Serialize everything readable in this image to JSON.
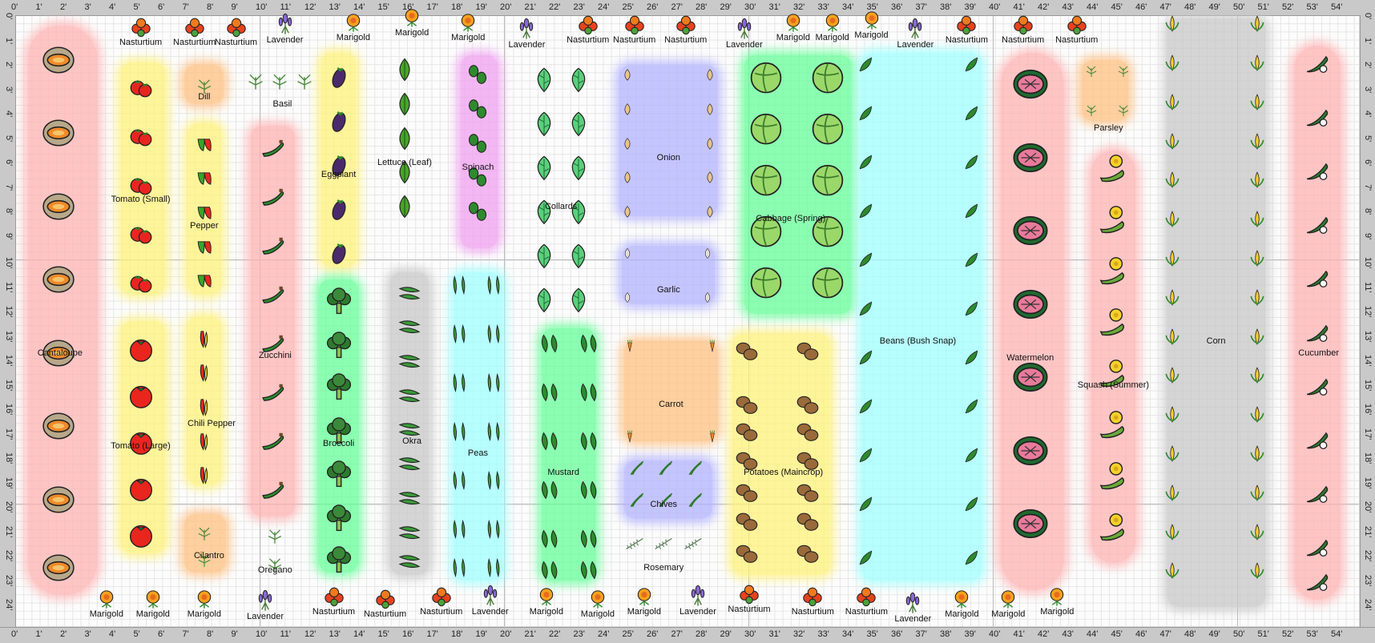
{
  "rulers": {
    "horizontal": [
      "0'",
      "1'",
      "2'",
      "3'",
      "4'",
      "5'",
      "6'",
      "7'",
      "8'",
      "9'",
      "10'",
      "11'",
      "12'",
      "13'",
      "14'",
      "15'",
      "16'",
      "17'",
      "18'",
      "19'",
      "20'",
      "21'",
      "22'",
      "23'",
      "24'",
      "25'",
      "26'",
      "27'",
      "28'",
      "29'",
      "30'",
      "31'",
      "32'",
      "33'",
      "34'",
      "35'",
      "36'",
      "37'",
      "38'",
      "39'",
      "40'",
      "41'",
      "42'",
      "43'",
      "44'",
      "45'",
      "46'",
      "47'",
      "48'",
      "49'",
      "50'",
      "51'",
      "52'",
      "53'",
      "54'"
    ],
    "vertical": [
      "0'",
      "1'",
      "2'",
      "3'",
      "4'",
      "5'",
      "6'",
      "7'",
      "8'",
      "9'",
      "10'",
      "11'",
      "12'",
      "13'",
      "14'",
      "15'",
      "16'",
      "17'",
      "18'",
      "19'",
      "20'",
      "21'",
      "22'",
      "23'",
      "24'"
    ]
  },
  "plants": [
    {
      "name": "Cantaloupe",
      "icon": "cantaloupe-icon",
      "bed_color": "#ffb3b3"
    },
    {
      "name": "Tomato (Small)",
      "icon": "tomato-small-icon",
      "bed_color": "#fff27a"
    },
    {
      "name": "Tomato (Large)",
      "icon": "tomato-large-icon",
      "bed_color": "#fff27a"
    },
    {
      "name": "Dill",
      "icon": "dill-icon",
      "bed_color": "#ffc080"
    },
    {
      "name": "Pepper",
      "icon": "pepper-icon",
      "bed_color": "#fff27a"
    },
    {
      "name": "Chili Pepper",
      "icon": "chili-pepper-icon",
      "bed_color": "#fff27a"
    },
    {
      "name": "Cilantro",
      "icon": "cilantro-icon",
      "bed_color": "#ffc080"
    },
    {
      "name": "Basil",
      "icon": "basil-icon",
      "bed_color": ""
    },
    {
      "name": "Zucchini",
      "icon": "zucchini-icon",
      "bed_color": "#ffb3b3"
    },
    {
      "name": "Oregano",
      "icon": "oregano-icon",
      "bed_color": ""
    },
    {
      "name": "Eggplant",
      "icon": "eggplant-icon",
      "bed_color": "#fff27a"
    },
    {
      "name": "Broccoli",
      "icon": "broccoli-icon",
      "bed_color": "#66ff99"
    },
    {
      "name": "Lettuce (Leaf)",
      "icon": "lettuce-icon",
      "bed_color": ""
    },
    {
      "name": "Okra",
      "icon": "okra-icon",
      "bed_color": "#c8c8c8"
    },
    {
      "name": "Spinach",
      "icon": "spinach-icon",
      "bed_color": "#f0a0f0"
    },
    {
      "name": "Peas",
      "icon": "peas-icon",
      "bed_color": "#a0ffff"
    },
    {
      "name": "Collards",
      "icon": "collards-icon",
      "bed_color": ""
    },
    {
      "name": "Mustard",
      "icon": "mustard-icon",
      "bed_color": "#66ff99"
    },
    {
      "name": "Onion",
      "icon": "onion-icon",
      "bed_color": "#b3b3ff"
    },
    {
      "name": "Garlic",
      "icon": "garlic-icon",
      "bed_color": "#b3b3ff"
    },
    {
      "name": "Carrot",
      "icon": "carrot-icon",
      "bed_color": "#ffc080"
    },
    {
      "name": "Chives",
      "icon": "chives-icon",
      "bed_color": "#b3b3ff"
    },
    {
      "name": "Rosemary",
      "icon": "rosemary-icon",
      "bed_color": ""
    },
    {
      "name": "Cabbage (Spring)",
      "icon": "cabbage-icon",
      "bed_color": "#66ff99"
    },
    {
      "name": "Potatoes (Maincrop)",
      "icon": "potato-icon",
      "bed_color": "#fff27a"
    },
    {
      "name": "Beans (Bush Snap)",
      "icon": "bean-icon",
      "bed_color": "#a0ffff"
    },
    {
      "name": "Watermelon",
      "icon": "watermelon-icon",
      "bed_color": "#ffb3b3"
    },
    {
      "name": "Parsley",
      "icon": "parsley-icon",
      "bed_color": "#ffc080"
    },
    {
      "name": "Squash (Summer)",
      "icon": "squash-icon",
      "bed_color": "#ffb3b3"
    },
    {
      "name": "Corn",
      "icon": "corn-icon",
      "bed_color": "#c8c8c8"
    },
    {
      "name": "Cucumber",
      "icon": "cucumber-icon",
      "bed_color": "#ffb3b3"
    }
  ],
  "companions_top": [
    "Nasturtium",
    "Nasturtium",
    "Nasturtium",
    "Lavender",
    "Marigold",
    "Marigold",
    "Marigold",
    "Lavender",
    "Nasturtium",
    "Nasturtium",
    "Nasturtium",
    "Lavender",
    "Marigold",
    "Marigold",
    "Marigold",
    "Lavender",
    "Nasturtium",
    "Nasturtium",
    "Nasturtium"
  ],
  "companions_bottom": [
    "Marigold",
    "Marigold",
    "Marigold",
    "Lavender",
    "Nasturtium",
    "Nasturtium",
    "Nasturtium",
    "Lavender",
    "Marigold",
    "Marigold",
    "Marigold",
    "Lavender",
    "Nasturtium",
    "Nasturtium",
    "Nasturtium",
    "Lavender",
    "Marigold",
    "Marigold",
    "Marigold"
  ]
}
